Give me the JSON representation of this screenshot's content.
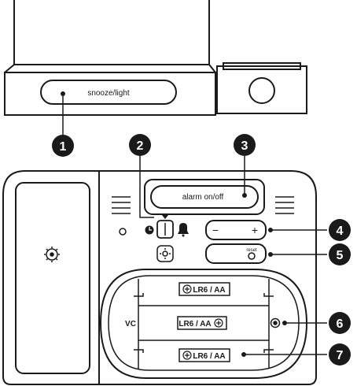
{
  "top_view": {
    "snooze_button_label": "snooze/light"
  },
  "back_panel": {
    "alarm_button_label": "alarm on/off",
    "volume_minus": "−",
    "volume_plus": "+",
    "reset_label": "reset",
    "vc_label": "VC",
    "batteries": [
      {
        "label": "LR6 / AA"
      },
      {
        "label": "LR6 / AA"
      },
      {
        "label": "LR6 / AA"
      }
    ]
  },
  "callouts": [
    "1",
    "2",
    "3",
    "4",
    "5",
    "6",
    "7"
  ],
  "colors": {
    "line": "#1a1a1a",
    "callout_fill": "#1a1a1a",
    "background": "#ffffff"
  },
  "icons": {
    "clock_switch": "clock-icon",
    "alarm_switch": "bell-icon",
    "light_sensor": "light-sensor-icon",
    "battery_polarity": "plus-in-circle-icon"
  }
}
